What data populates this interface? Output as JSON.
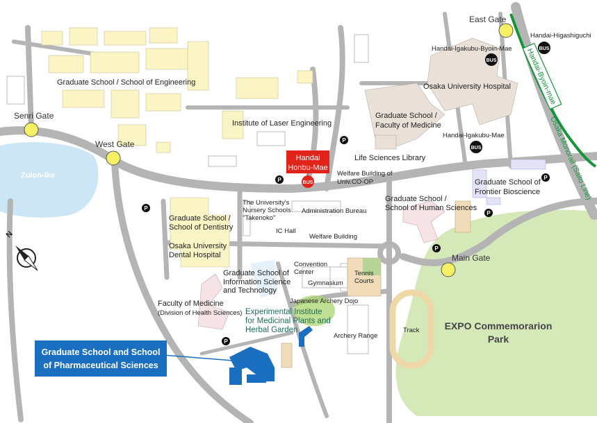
{
  "gates": {
    "east": "East Gate",
    "senri": "Senri Gate",
    "west": "West Gate",
    "main": "Main Gate"
  },
  "water": {
    "pond": "Zuion-ike"
  },
  "park": {
    "lines": [
      "EXPO Commemorarion",
      "Park"
    ]
  },
  "buildings": {
    "engineering": "Graduate School / School of Engineering",
    "laser": "Institute of Laser Engineering",
    "medicine": [
      "Graduate School /",
      "Faculty of Medicine"
    ],
    "hospital": "Osaka University Hospital",
    "life_sci_library": "Life Sciences Library",
    "welfare_coop": [
      "Welfare Building of",
      "Univ.CO-OP"
    ],
    "frontier": [
      "Graduate School of",
      "Frontier Bioscience"
    ],
    "human_sci": [
      "Graduate School /",
      "School of Human Sciences"
    ],
    "nursery": [
      "The University's",
      "Nursery Schools",
      "\"Takenoko\""
    ],
    "admin": "Administration Bureau",
    "ic_hall": "IC Hall",
    "welfare": "Welfare Building",
    "dentistry": [
      "Graduate School /",
      "School of Dentistry"
    ],
    "dental_hospital": [
      "Osaka University",
      "Dental Hospital"
    ],
    "info_sci": [
      "Graduate School of",
      "Information Science",
      "and Technology"
    ],
    "convention": [
      "Convention",
      "Center"
    ],
    "gymnasium": "Gymnasium",
    "tennis": [
      "Tennis",
      "Courts"
    ],
    "health_sci": [
      "Faculty of Medicine",
      "(Division of Health Sciences)"
    ],
    "archery_dojo": "Japanese Archery Dojo",
    "herbal": [
      "Experimental Institute",
      "for Medicinal Plants and",
      "Herbal Garden"
    ],
    "archery_range": "Archery Range",
    "track": "Track"
  },
  "bus_stops": {
    "honbu_mae": [
      "Handai",
      "Honbu-Mae"
    ],
    "byoin_mae": "Handai-Igakubu-Byoin-Mae",
    "higashiguchi": "Handai-Higashiguchi",
    "igakubu_mae": "Handai-Igakubu-Mae",
    "icon_label": "BUS"
  },
  "monorail": {
    "station": "Handai-Byoin-mae",
    "line": "Osaka Monorail (Saito Line)",
    "color": "#13953a"
  },
  "parking_label": "P",
  "callout": {
    "lines": [
      "Graduate School and School",
      "of Pharmaceutical Sciences"
    ],
    "color": "#1b6fc0"
  },
  "compass": {
    "north": "N"
  },
  "colors": {
    "gate": "#f5f064",
    "bus_red": "#e2231a",
    "road": "#b4b4b4"
  }
}
